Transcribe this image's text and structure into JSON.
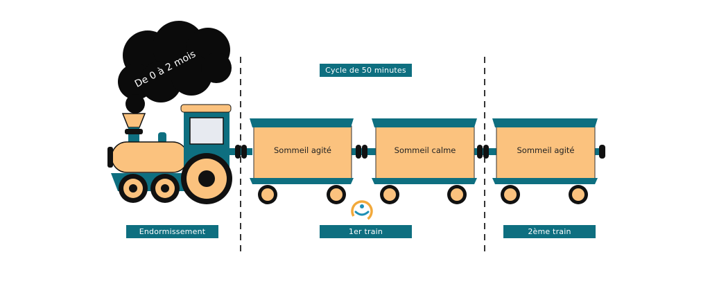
{
  "colors": {
    "teal": "#0e6f80",
    "orange": "#fbc27e",
    "black": "#111111",
    "smoke": "#0b0b0b",
    "window": "#e7eaf0",
    "logo": "#f2a93b",
    "logo_blue": "#1d8fb5"
  },
  "smoke": {
    "label": "De 0 à 2 mois"
  },
  "header": {
    "cycle_label": "Cycle de 50 minutes"
  },
  "wagons": [
    {
      "label": "Sommeil agité"
    },
    {
      "label": "Sommeil calme"
    },
    {
      "label": "Sommeil agité"
    }
  ],
  "footer": {
    "labels": [
      "Endormissement",
      "1er train",
      "2ème train"
    ]
  }
}
